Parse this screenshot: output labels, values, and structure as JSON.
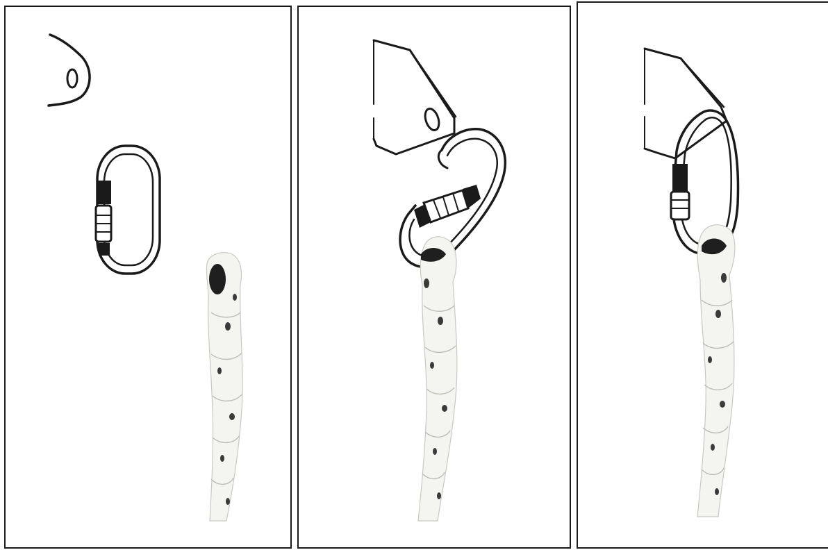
{
  "figure": {
    "panels": [
      {
        "id": "step-1",
        "parts": [
          "anchor-eyelet",
          "screw-gate-carabiner",
          "rope-with-thimble-eye"
        ],
        "state": "separated"
      },
      {
        "id": "step-2",
        "parts": [
          "anchor-plate",
          "carabiner",
          "rope"
        ],
        "state": "gate-open-hooking-anchor"
      },
      {
        "id": "step-3",
        "parts": [
          "anchor-plate",
          "carabiner",
          "rope"
        ],
        "state": "gate-closed-connected"
      }
    ],
    "colors": {
      "line": "#1a1a1a",
      "rope": "#f4f4f0",
      "rope_shadow": "#c9c9c2",
      "background": "#ffffff"
    }
  }
}
